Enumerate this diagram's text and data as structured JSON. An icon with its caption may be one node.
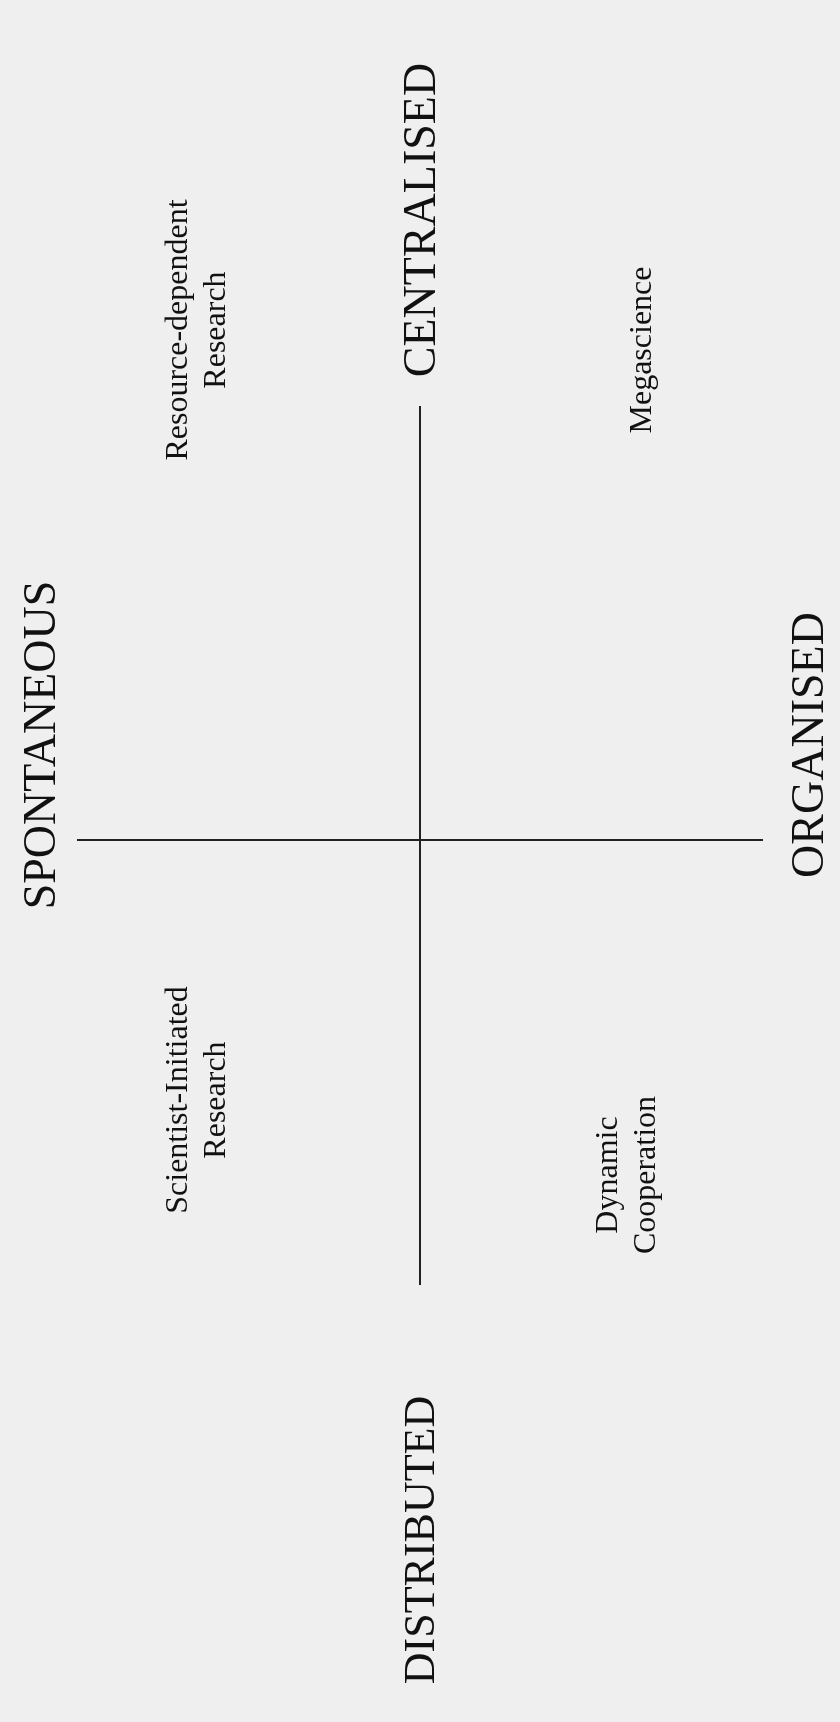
{
  "diagram": {
    "labels": [
      "SPONTANEOUS",
      "Scientist-Initiated Research",
      "Resource-dependent Research",
      "DISTRIBUTED",
      "CENTRALISED",
      "Dynamic Cooperation",
      "Megascience",
      "ORGANISED"
    ]
  }
}
